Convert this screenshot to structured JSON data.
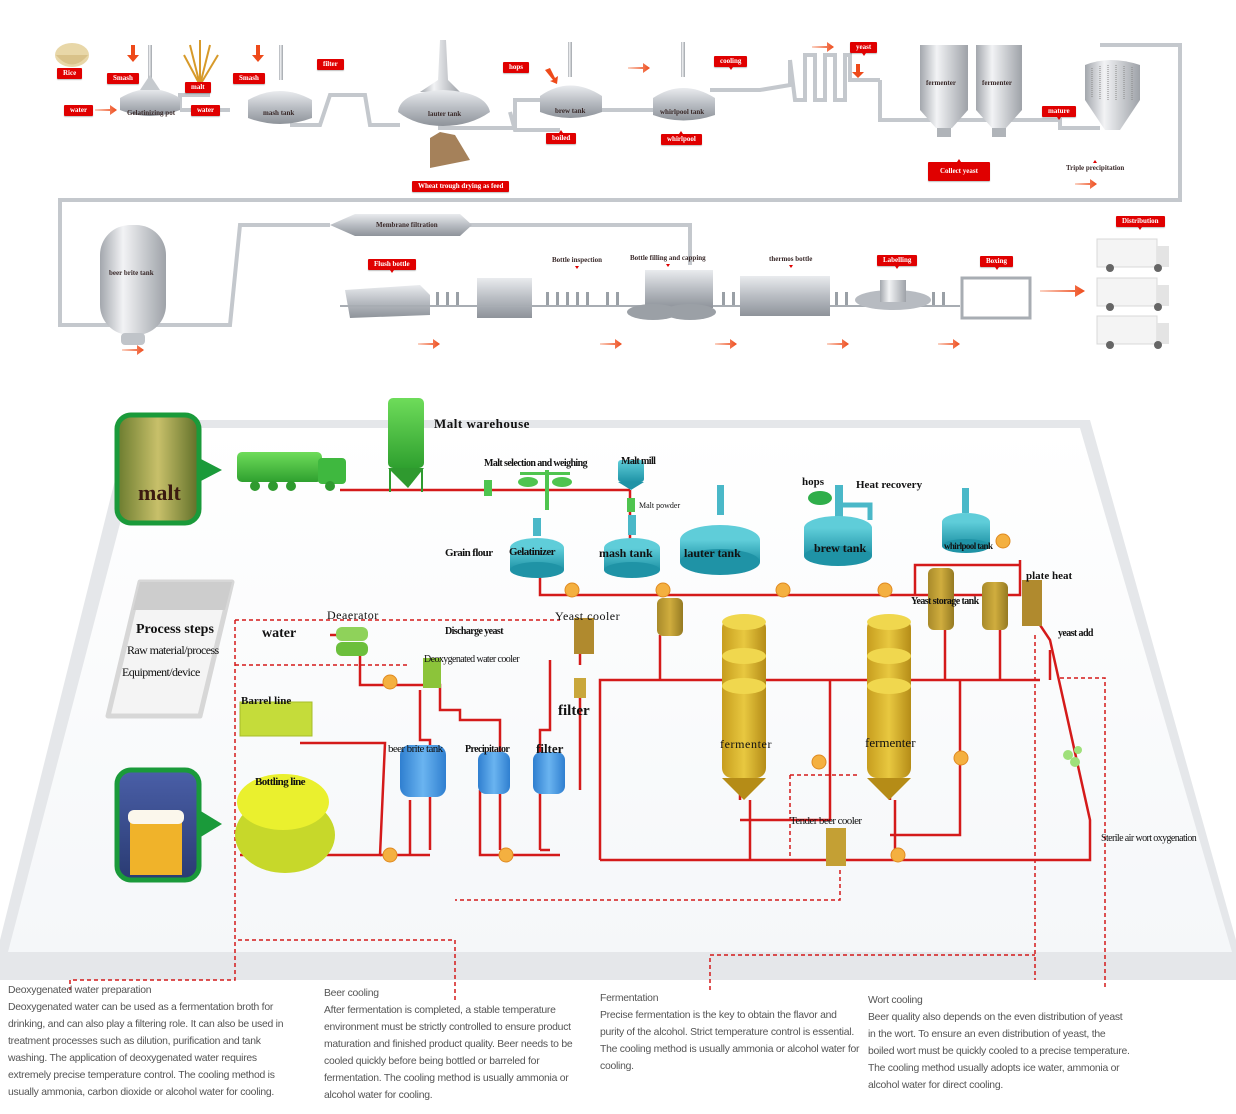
{
  "top_diagram": {
    "ingredients": {
      "rice": "Rice",
      "water_in": "water",
      "smash_1": "Smash",
      "malt": "malt",
      "water_2": "water",
      "smash_2": "Smash",
      "filter": "filter",
      "hops": "hops",
      "boiled": "boiled",
      "whirlpool": "whirlpool",
      "cooling": "cooling",
      "yeast": "yeast",
      "mature": "mature",
      "collect_yeast": "Collect yeast",
      "triple_precipitation": "Triple precipitation",
      "wheat_trough": "Wheat trough drying as feed"
    },
    "vessels": {
      "gelatinizing_pot": "Gelatinizing pot",
      "mash_tank": "mash tank",
      "lauter_tank": "lauter tank",
      "brew_tank": "brew tank",
      "whirlpool_tank": "whirlpool tank",
      "fermenter_1": "fermenter",
      "fermenter_2": "fermenter",
      "beer_brite_tank": "beer brite tank",
      "membrane_filtration": "Membrane filtration"
    },
    "packaging": {
      "flush_bottle": "Flush bottle",
      "bottle_inspection": "Bottle inspection",
      "bottle_filling": "Bottle filling and capping",
      "thermos_bottle": "thermos bottle",
      "labelling": "Labelling",
      "boxing": "Boxing",
      "distribution": "Distribution"
    }
  },
  "bottom_diagram": {
    "callouts": {
      "malt": "malt"
    },
    "legend": {
      "process_steps": "Process steps",
      "raw_material": "Raw material/process",
      "equipment": "Equipment/device"
    },
    "labels": {
      "malt_warehouse": "Malt warehouse",
      "malt_selection": "Malt selection and weighing",
      "malt_mill": "Malt mill",
      "malt_powder": "Malt powder",
      "hops": "hops",
      "heat_recovery": "Heat recovery",
      "grain_flour": "Grain flour",
      "gelatinizer": "Gelatinizer",
      "mash_tank": "mash tank",
      "lauter_tank": "lauter tank",
      "brew_tank": "brew tank",
      "whirlpool_tank": "whirlpool tank",
      "plate_heat": "plate heat",
      "yeast_storage_tank": "Yeast storage tank",
      "yeast_add": "yeast add",
      "deaerator": "Deaerator",
      "water": "water",
      "yeast_cooler": "Yeast cooler",
      "discharge_yeast": "Discharge yeast",
      "deoxygenated_water_cooler": "Deoxygenated water cooler",
      "filter_1": "filter",
      "barrel_line": "Barrel line",
      "beer_brite_tank": "beer brite tank",
      "precipitator": "Precipitator",
      "filter_2": "filter",
      "bottling_line": "Bottling line",
      "fermenter_1": "fermenter",
      "fermenter_2": "fermenter",
      "tender_beer_cooler": "Tender beer cooler",
      "sterile_air": "Sterile air wort oxygenation"
    }
  },
  "descriptions": [
    {
      "title": "Deoxygenated water preparation",
      "body": "Deoxygenated water can be used as a fermentation broth for drinking, and can also play a filtering role. It can also be used in treatment processes such as dilution, purification and tank washing. The application of deoxygenated water requires extremely precise temperature control. The cooling method is usually ammonia, carbon dioxide or alcohol water for cooling."
    },
    {
      "title": "Beer cooling",
      "body": "After fermentation is completed, a stable temperature environment must be strictly controlled to ensure product maturation and finished product quality. Beer needs to be cooled quickly before being bottled or barreled for fermentation. The cooling method is usually ammonia or alcohol water for cooling."
    },
    {
      "title": "Fermentation",
      "body": "Precise fermentation is the key to obtain the flavor and purity of the alcohol. Strict temperature control is essential. The cooling method is usually ammonia or alcohol water for cooling."
    },
    {
      "title": "Wort cooling",
      "body": "Beer quality also depends on the even distribution of yeast in the wort. To ensure an even distribution of yeast, the boiled wort must be quickly cooled to a precise temperature. The cooling method usually adopts ice water, ammonia or alcohol water for direct cooling."
    }
  ],
  "colors": {
    "tag_red": "#e00000",
    "pipe_red": "#d41a1a",
    "steel": "#b8bcc2",
    "teal": "#2fa7b8",
    "gold": "#d9b531",
    "green": "#3cbf3c",
    "callout_green": "#1a9a3a"
  }
}
